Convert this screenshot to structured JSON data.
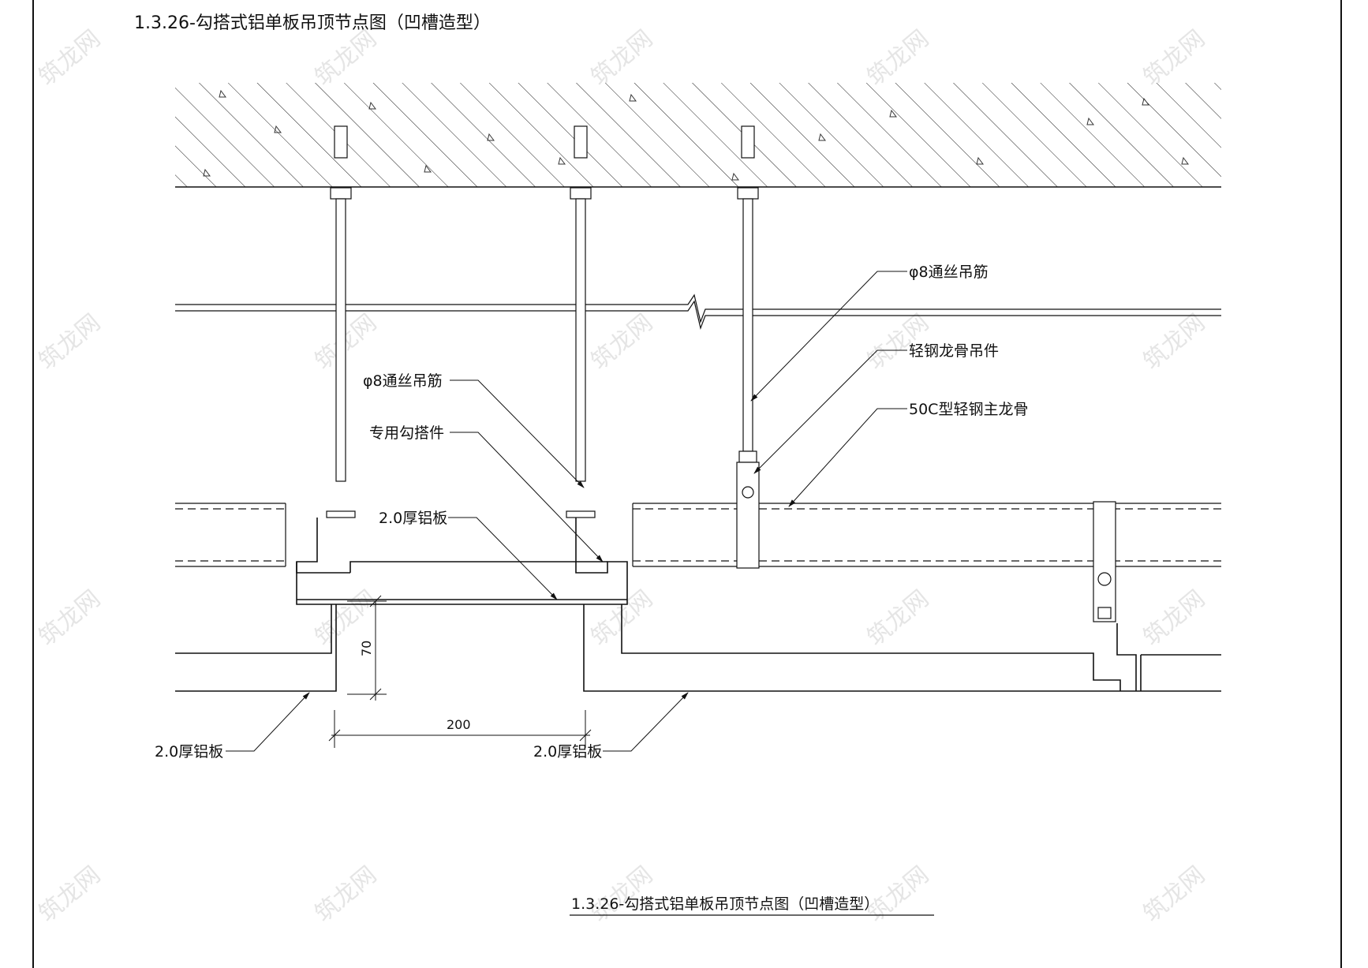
{
  "drawing": {
    "title_top": "1.3.26-勾搭式铝单板吊顶节点图（凹槽造型）",
    "title_bottom": "1.3.26-勾搭式铝单板吊顶节点图（凹槽造型）",
    "watermark": "筑龙网"
  },
  "callouts": {
    "rod_right": "φ8通丝吊筋",
    "hanger": "轻钢龙骨吊件",
    "main_keel": "50C型轻钢主龙骨",
    "rod_left": "φ8通丝吊筋",
    "hook_piece": "专用勾搭件",
    "plate_mid": "2.0厚铝板",
    "plate_bottom_left": "2.0厚铝板",
    "plate_bottom_mid": "2.0厚铝板"
  },
  "dimensions": {
    "groove_width": "200",
    "groove_depth": "70"
  },
  "colors": {
    "line": "#111111",
    "watermark": "#d9d9d9"
  }
}
